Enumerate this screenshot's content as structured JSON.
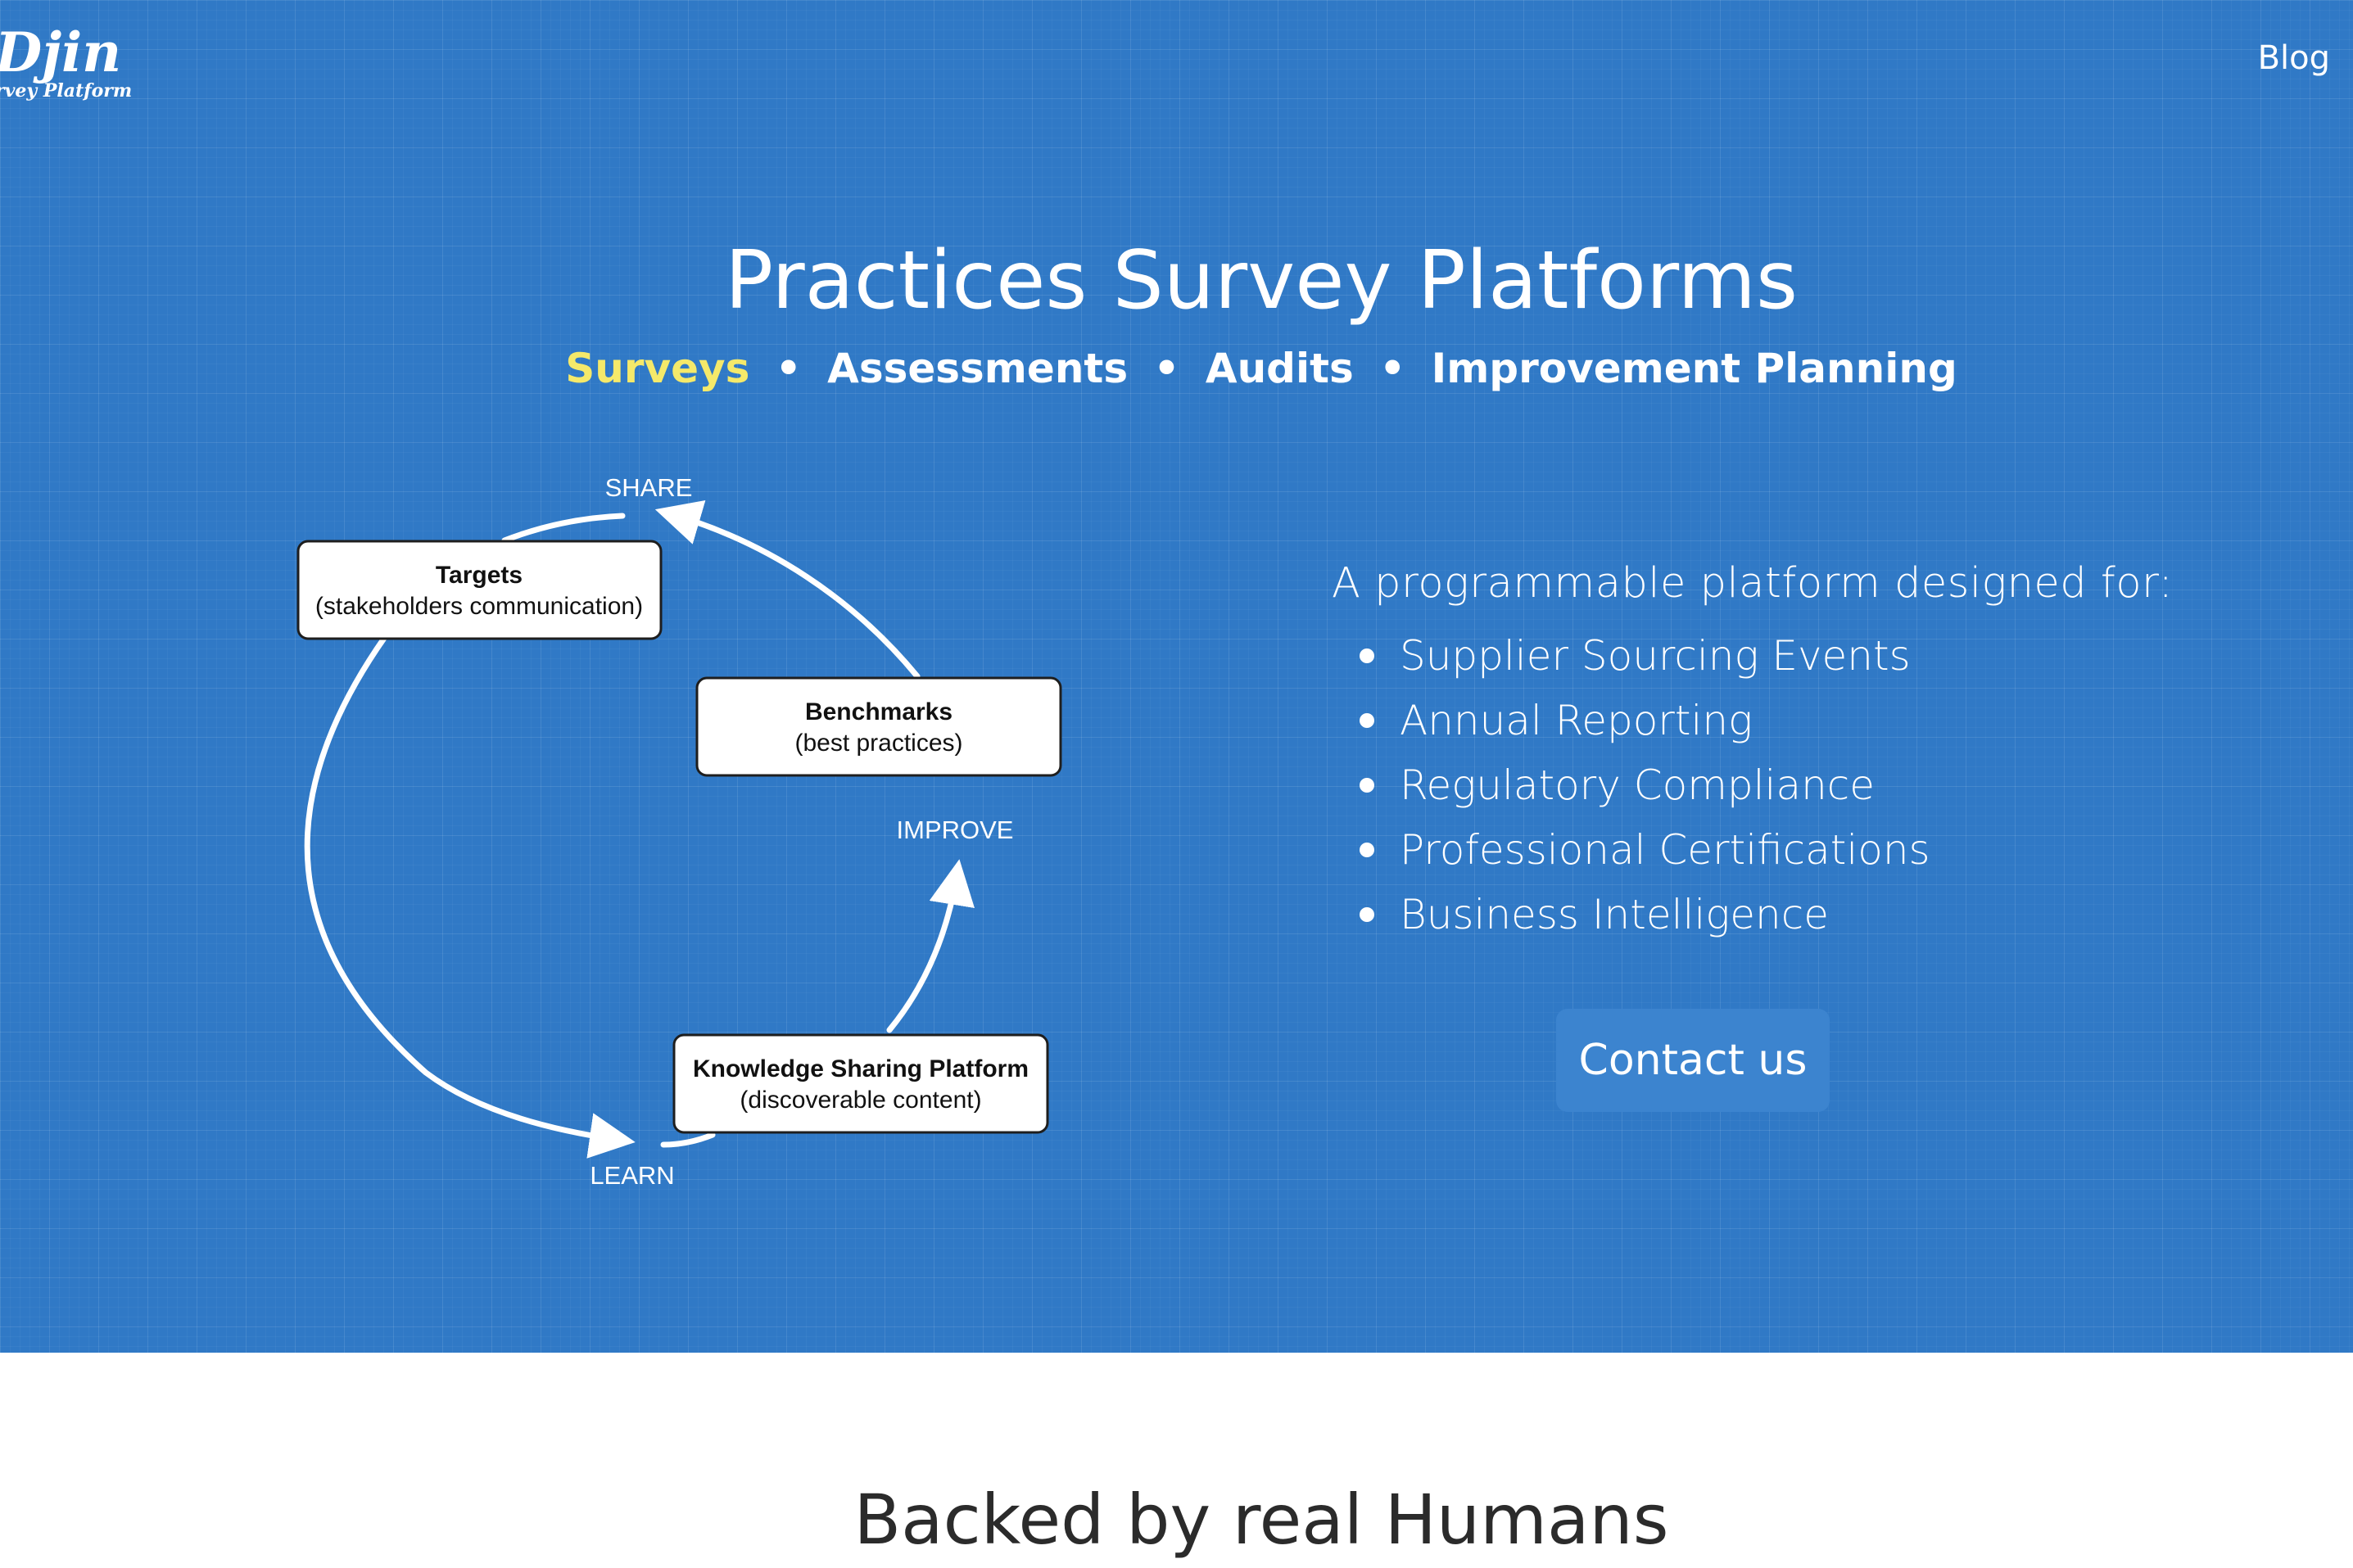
{
  "header": {
    "logo_main": "Djin",
    "logo_sub": "rvey Platform",
    "blog_label": "Blog"
  },
  "hero": {
    "title": "Practices Survey Platforms",
    "subtitle": {
      "highlight": "Surveys",
      "separator": "•",
      "items": [
        "Assessments",
        "Audits",
        "Improvement Planning"
      ]
    },
    "colors": {
      "background": "#3079c6",
      "highlight": "#f5e96a",
      "button": "#3c84cf"
    }
  },
  "diagram": {
    "labels": {
      "share": "SHARE",
      "improve": "IMPROVE",
      "learn": "LEARN"
    },
    "boxes": [
      {
        "title": "Targets",
        "subtitle": "(stakeholders communication)"
      },
      {
        "title": "Benchmarks",
        "subtitle": "(best practices)"
      },
      {
        "title": "Knowledge Sharing Platform",
        "subtitle": "(discoverable content)"
      }
    ]
  },
  "pitch": {
    "intro": "A programmable platform designed for:",
    "items": [
      "Supplier Sourcing Events",
      "Annual Reporting",
      "Regulatory Compliance",
      "Professional Certifications",
      "Business Intelligence"
    ],
    "contact_label": "Contact us"
  },
  "section": {
    "heading": "Backed by real Humans"
  }
}
